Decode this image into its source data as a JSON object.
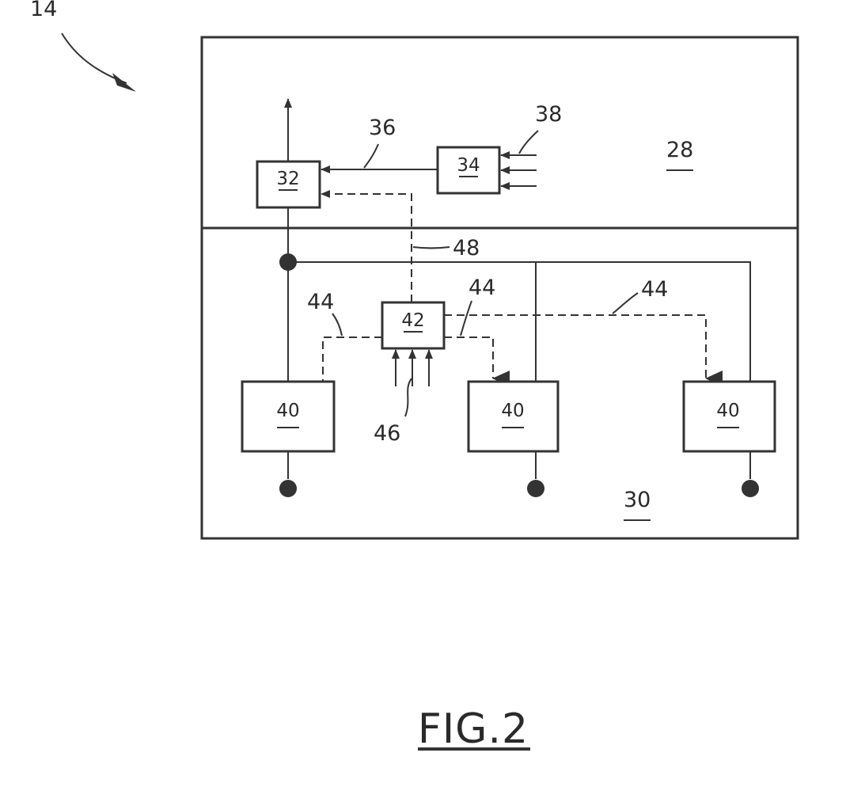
{
  "figure": {
    "caption": "FIG.2",
    "reference_numeral": "14"
  },
  "regions": {
    "upper_label": "28",
    "lower_label": "30"
  },
  "blocks": {
    "block_32": "32",
    "block_34": "34",
    "block_42": "42",
    "block_40_left": "40",
    "block_40_middle": "40",
    "block_40_right": "40"
  },
  "callouts": {
    "link_36": "36",
    "inputs_38": "38",
    "link_48": "48",
    "link_44_left": "44",
    "link_44_middle": "44",
    "link_44_right": "44",
    "inputs_46": "46"
  }
}
